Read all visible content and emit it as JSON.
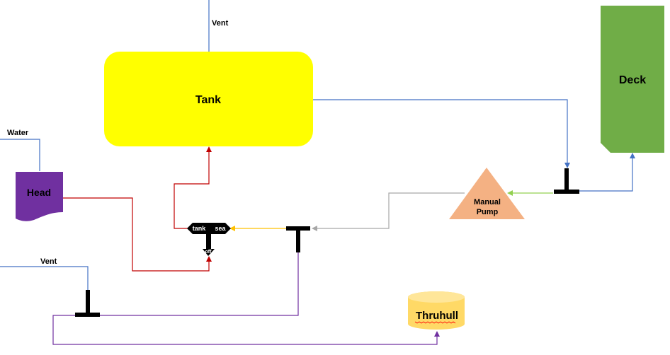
{
  "labels": {
    "tank": "Tank",
    "deck": "Deck",
    "head": "Head",
    "manual_pump_line1": "Manual",
    "manual_pump_line2": "Pump",
    "thruhull": "Thruhull",
    "vent_top": "Vent",
    "vent_bottom": "Vent",
    "water": "Water",
    "valve_tank": "tank",
    "valve_sea": "sea",
    "valve_off": "off"
  },
  "colors": {
    "tank_fill": "#ffff00",
    "deck_fill": "#70ad47",
    "head_fill": "#7030a0",
    "pump_fill": "#f4b183",
    "thruhull_fill": "#ffd966",
    "line_blue": "#4472c4",
    "line_red": "#c00000",
    "line_purple": "#7030a0",
    "line_gray": "#a6a6a6",
    "line_orange": "#ffc000",
    "line_green": "#92d050",
    "fitting": "#000000",
    "squiggle": "#ff0000"
  }
}
